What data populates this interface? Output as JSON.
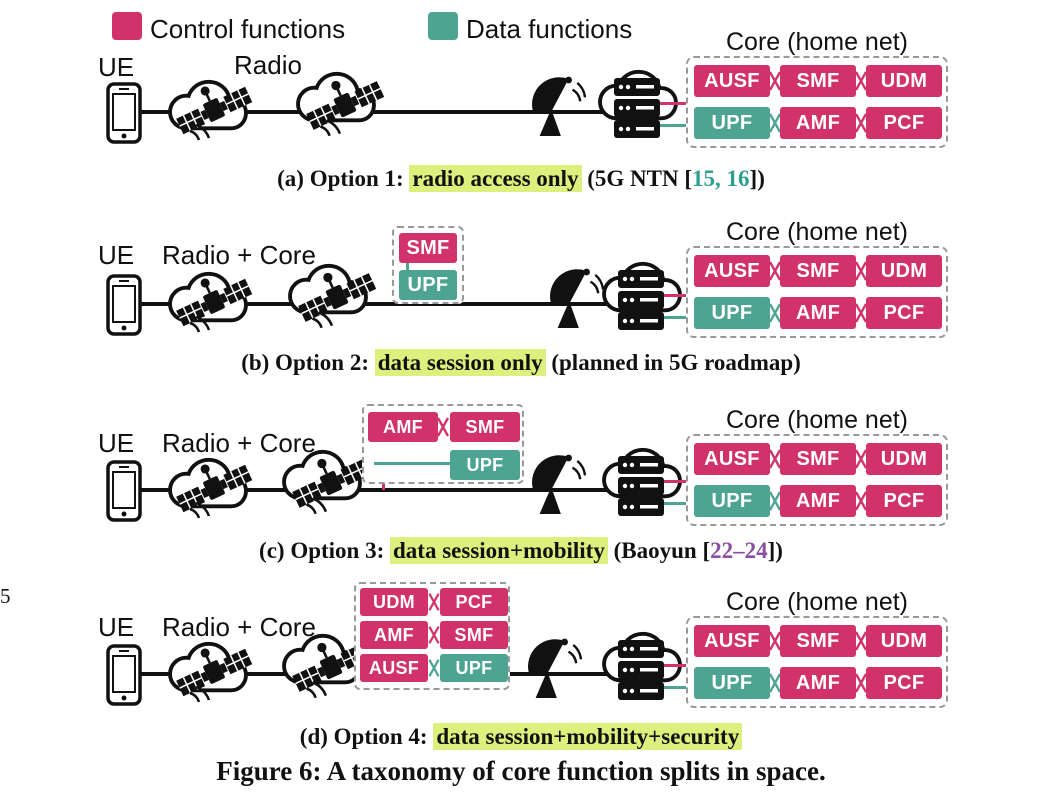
{
  "colors": {
    "control": "#d2326a",
    "data": "#4ea492",
    "highlight": "#ddf07d",
    "citation_teal": "#2e9e8f",
    "citation_purple": "#8a4f9e",
    "dashed_border": "#999999"
  },
  "legend": {
    "control_label": "Control functions",
    "data_label": "Data functions"
  },
  "core": {
    "title": "Core (home net)",
    "top_row": [
      "AUSF",
      "SMF",
      "UDM"
    ],
    "bottom_row": [
      "UPF",
      "AMF",
      "PCF"
    ]
  },
  "sat_boxes": {
    "b": {
      "smf": "SMF",
      "upf": "UPF"
    },
    "c": {
      "amf": "AMF",
      "smf": "SMF",
      "upf": "UPF"
    },
    "d": {
      "udm": "UDM",
      "pcf": "PCF",
      "amf": "AMF",
      "smf": "SMF",
      "ausf": "AUSF",
      "upf": "UPF"
    }
  },
  "rows": [
    {
      "ue": "UE",
      "radio": "Radio",
      "caption": {
        "prefix": "(a) Option 1: ",
        "highlight": "radio access only",
        "mid": " (5G NTN [",
        "cite": "15, 16",
        "suffix": "])"
      }
    },
    {
      "ue": "UE",
      "radio": "Radio + Core",
      "caption": {
        "prefix": "(b) Option 2: ",
        "highlight": "data session only",
        "mid": " (planned in 5G roadmap)",
        "cite": "",
        "suffix": ""
      }
    },
    {
      "ue": "UE",
      "radio": "Radio + Core",
      "caption": {
        "prefix": "(c) Option 3: ",
        "highlight": "data session+mobility",
        "mid": " (Baoyun [",
        "cite": "22–24",
        "suffix": "])"
      }
    },
    {
      "ue": "UE",
      "radio": "Radio + Core",
      "caption": {
        "prefix": "(d) Option 4: ",
        "highlight": "data session+mobility+security",
        "mid": "",
        "cite": "",
        "suffix": ""
      }
    }
  ],
  "figure_caption": "Figure 6: A taxonomy of core function splits in space.",
  "margin_note": "5"
}
